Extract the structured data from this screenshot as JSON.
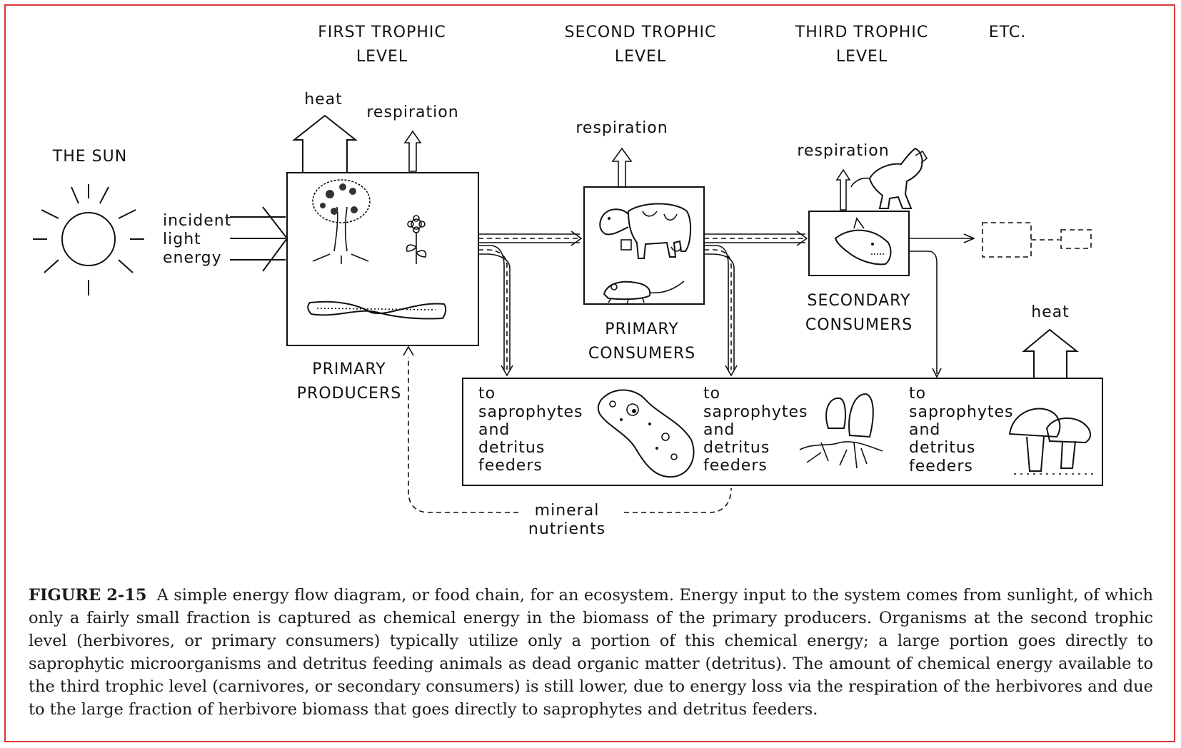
{
  "header": {
    "level1": [
      "FIRST TROPHIC",
      "LEVEL"
    ],
    "level2": [
      "SECOND TROPHIC",
      "LEVEL"
    ],
    "level3": [
      "THIRD TROPHIC",
      "LEVEL"
    ],
    "etc": "ETC."
  },
  "sun": {
    "label": "THE SUN",
    "incident": [
      "incident",
      "light",
      "energy"
    ]
  },
  "outputs": {
    "heat_primary": "heat",
    "resp_primary": "respiration",
    "resp_secondary": "respiration",
    "resp_third": "respiration",
    "heat_decomposers": "heat"
  },
  "boxes": {
    "producers": [
      "PRIMARY",
      "PRODUCERS"
    ],
    "primary_consumers": [
      "PRIMARY",
      "CONSUMERS"
    ],
    "secondary_consumers": [
      "SECONDARY",
      "CONSUMERS"
    ]
  },
  "decomposers": {
    "col1": [
      "to",
      "saprophytes",
      "and",
      "detritus",
      "feeders"
    ],
    "col2": [
      "to",
      "saprophytes",
      "and",
      "detritus",
      "feeders"
    ],
    "col3": [
      "to",
      "saprophytes",
      "and",
      "detritus",
      "feeders"
    ]
  },
  "nutrients": [
    "mineral",
    "nutrients"
  ],
  "caption": {
    "figure_label": "FIGURE 2-15",
    "text": "A simple energy flow diagram, or food chain, for an ecosystem. Energy input to the system comes from sunlight, of which only a fairly small fraction is captured as chemical energy in the biomass of the primary producers. Organisms at the second trophic level (herbivores, or primary consumers) typically utilize only a portion of this chemical energy; a large portion goes directly to saprophytic microorganisms and detritus feeding animals as dead organic matter (detritus). The amount of chemical energy available to the third trophic level (carnivores, or secondary consumers) is still lower, due to energy loss via the respiration of the herbivores and due to the large fraction of herbivore biomass that goes directly to saprophytes and detritus feeders."
  },
  "colors": {
    "frame": "#d63a3a",
    "ink": "#111111"
  },
  "icons": [
    "sun-icon",
    "tree-icon",
    "flower-icon",
    "algae-icon",
    "cow-icon",
    "mouse-icon",
    "dinosaur-icon",
    "shark-icon",
    "bacterium-icon",
    "fungus-icon",
    "mushroom-icon"
  ]
}
